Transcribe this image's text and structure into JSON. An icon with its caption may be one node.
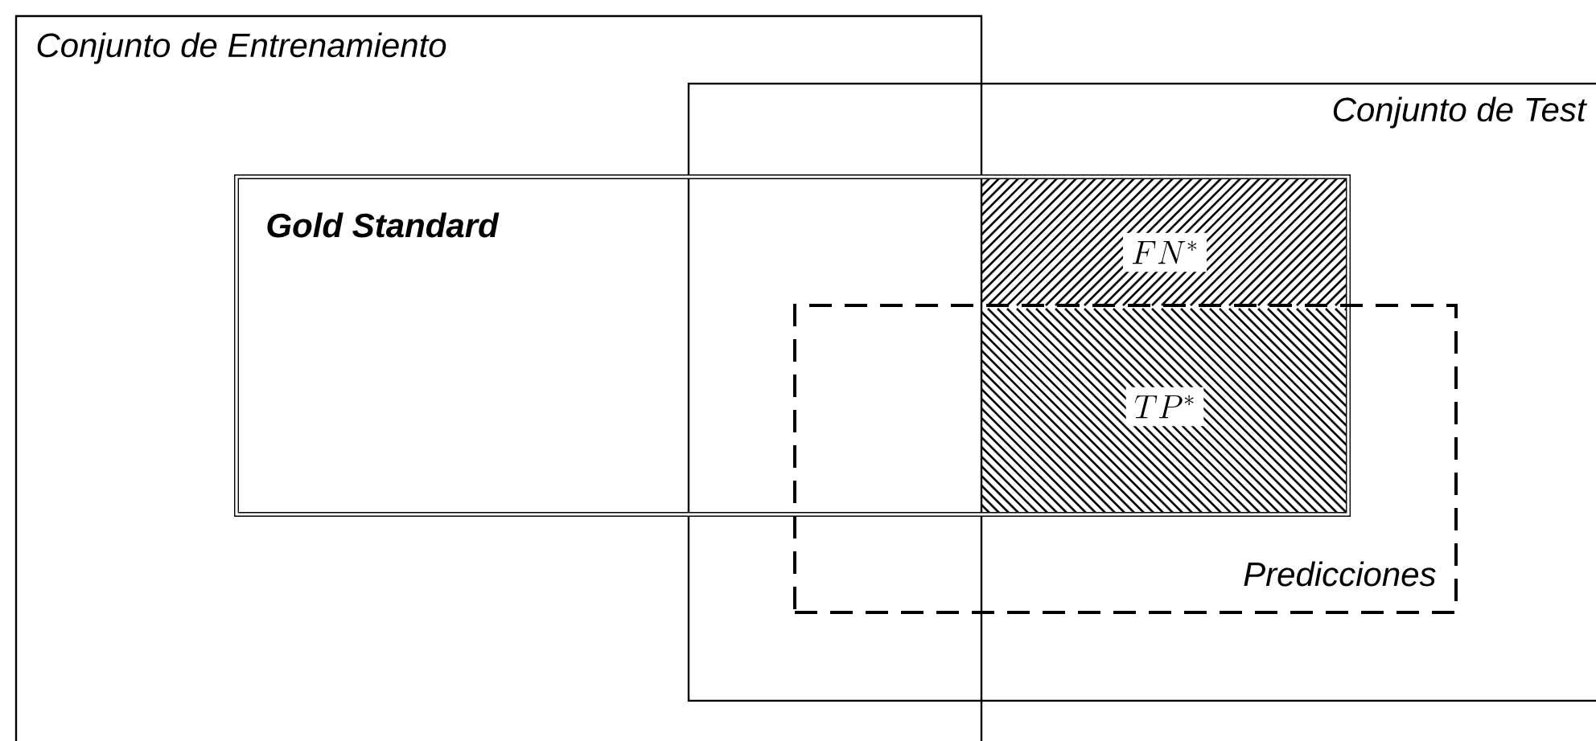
{
  "diagram": {
    "nodes": [
      {
        "text": [
          "Conjunto de Entrenamiento"
        ]
      },
      {
        "text": [
          "Conjunto de Test"
        ]
      },
      {
        "text": [
          "Gold Standard"
        ]
      },
      {
        "text": [
          "Predicciones"
        ],
        "in": 1
      },
      {
        "text": [
          "FN^{*}"
        ]
      },
      {
        "text": [
          "TP^{*}"
        ]
      }
    ]
  }
}
